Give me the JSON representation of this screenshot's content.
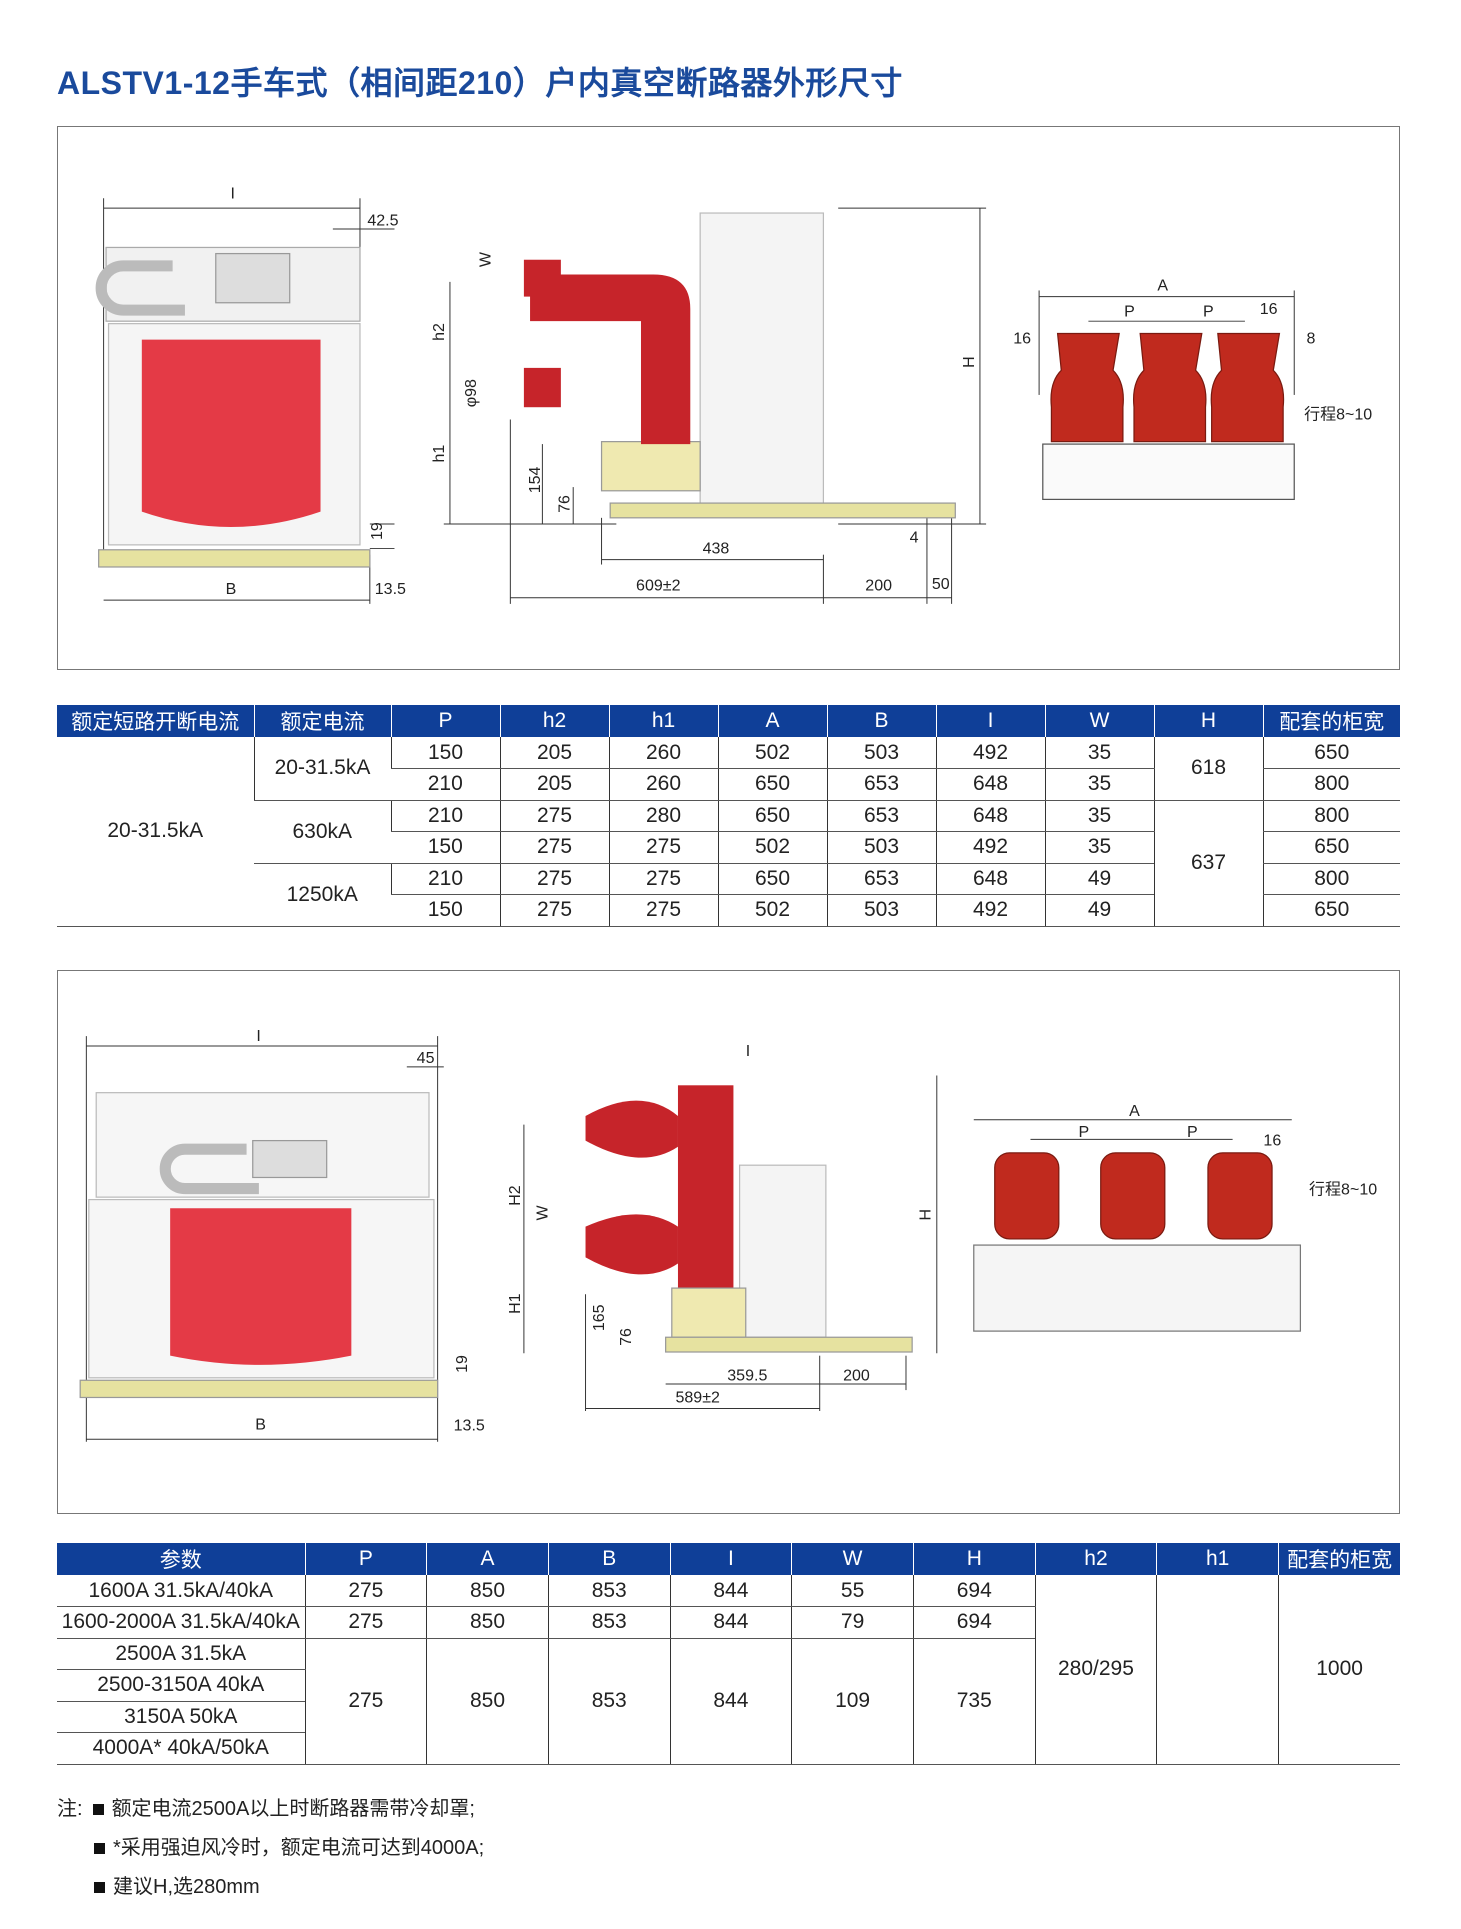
{
  "title": "ALSTV1-12手车式（相间距210）户内真空断路器外形尺寸",
  "fig1": {
    "I": "I",
    "d42_5": "42.5",
    "d19": "19",
    "d13_5": "13.5",
    "B": "B",
    "W": "W",
    "h2": "h2",
    "phi98": "φ98",
    "h1": "h1",
    "d154": "154",
    "d76": "76",
    "d438": "438",
    "d4": "4",
    "d609": "609±2",
    "d200": "200",
    "d50": "50",
    "H": "H",
    "A": "A",
    "P": "P",
    "d16": "16",
    "d8": "8",
    "stroke": "行程8~10"
  },
  "fig2": {
    "I": "I",
    "d45": "45",
    "d19": "19",
    "d13_5": "13.5",
    "B": "B",
    "H2": "H2",
    "W": "W",
    "H1": "H1",
    "d165": "165",
    "d76": "76",
    "d359": "359.5",
    "d200": "200",
    "d589": "589±2",
    "H": "H",
    "A": "A",
    "P": "P",
    "d16": "16",
    "stroke": "行程8~10"
  },
  "table1": {
    "headers": [
      "额定短路开断电流",
      "额定电流",
      "P",
      "h2",
      "h1",
      "A",
      "B",
      "I",
      "W",
      "H",
      "配套的柜宽"
    ],
    "breaking": "20-31.5kA",
    "groups": [
      "20-31.5kA",
      "630kA",
      "1250kA"
    ],
    "H_values": [
      "618",
      "637"
    ],
    "rows": [
      [
        "150",
        "205",
        "260",
        "502",
        "503",
        "492",
        "35",
        "650"
      ],
      [
        "210",
        "205",
        "260",
        "650",
        "653",
        "648",
        "35",
        "800"
      ],
      [
        "210",
        "275",
        "280",
        "650",
        "653",
        "648",
        "35",
        "800"
      ],
      [
        "150",
        "275",
        "275",
        "502",
        "503",
        "492",
        "35",
        "650"
      ],
      [
        "210",
        "275",
        "275",
        "650",
        "653",
        "648",
        "49",
        "800"
      ],
      [
        "150",
        "275",
        "275",
        "502",
        "503",
        "492",
        "49",
        "650"
      ]
    ]
  },
  "table2": {
    "headers": [
      "参数",
      "P",
      "A",
      "B",
      "I",
      "W",
      "H",
      "h2",
      "h1",
      "配套的柜宽"
    ],
    "params": [
      "1600A 31.5kA/40kA",
      "1600-2000A 31.5kA/40kA",
      "2500A 31.5kA",
      "2500-3150A 40kA",
      "3150A 50kA",
      "4000A* 40kA/50kA"
    ],
    "rows": [
      [
        "275",
        "850",
        "853",
        "844",
        "55",
        "694"
      ],
      [
        "275",
        "850",
        "853",
        "844",
        "79",
        "694"
      ]
    ],
    "merged": [
      "275",
      "850",
      "853",
      "844",
      "109",
      "735"
    ],
    "h2": "280/295",
    "h1": "",
    "width": "1000"
  },
  "notes": {
    "label": "注:",
    "items": [
      "额定电流2500A以上时断路器需带冷却罩;",
      "*采用强迫风冷时，额定电流可达到4000A;",
      "建议H,选280mm"
    ]
  }
}
